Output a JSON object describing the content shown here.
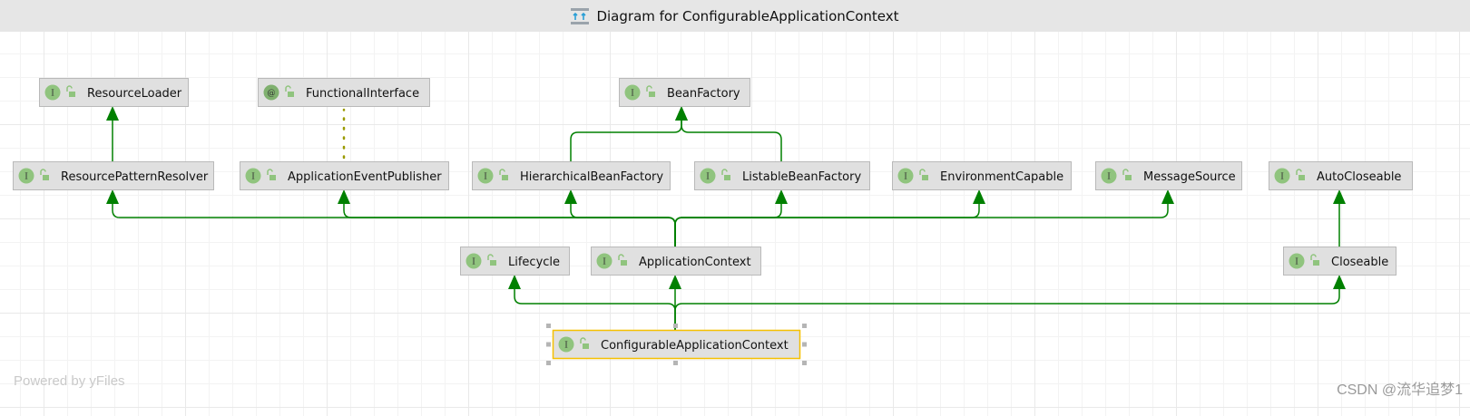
{
  "title": "Diagram for ConfigurableApplicationContext",
  "title_icon": "diagram-icon",
  "colors": {
    "edge": "#008000",
    "annotation_edge": "#9a9a00",
    "node_fill": "#e0e0e0",
    "selected_border": "#f5c000",
    "badge": "#90c47e"
  },
  "nodes": [
    {
      "id": "ResourceLoader",
      "name": "ResourceLoader",
      "kind": "I"
    },
    {
      "id": "FunctionalInterface",
      "name": "FunctionalInterface",
      "kind": "@"
    },
    {
      "id": "BeanFactory",
      "name": "BeanFactory",
      "kind": "I"
    },
    {
      "id": "ResourcePatternResolver",
      "name": "ResourcePatternResolver",
      "kind": "I"
    },
    {
      "id": "ApplicationEventPublisher",
      "name": "ApplicationEventPublisher",
      "kind": "I"
    },
    {
      "id": "HierarchicalBeanFactory",
      "name": "HierarchicalBeanFactory",
      "kind": "I"
    },
    {
      "id": "ListableBeanFactory",
      "name": "ListableBeanFactory",
      "kind": "I"
    },
    {
      "id": "EnvironmentCapable",
      "name": "EnvironmentCapable",
      "kind": "I"
    },
    {
      "id": "MessageSource",
      "name": "MessageSource",
      "kind": "I"
    },
    {
      "id": "AutoCloseable",
      "name": "AutoCloseable",
      "kind": "I"
    },
    {
      "id": "Lifecycle",
      "name": "Lifecycle",
      "kind": "I"
    },
    {
      "id": "ApplicationContext",
      "name": "ApplicationContext",
      "kind": "I"
    },
    {
      "id": "Closeable",
      "name": "Closeable",
      "kind": "I"
    },
    {
      "id": "ConfigurableApplicationContext",
      "name": "ConfigurableApplicationContext",
      "kind": "I",
      "selected": true
    }
  ],
  "edges": [
    {
      "from": "ResourcePatternResolver",
      "to": "ResourceLoader",
      "style": "extends"
    },
    {
      "from": "ApplicationEventPublisher",
      "to": "FunctionalInterface",
      "style": "annotation"
    },
    {
      "from": "HierarchicalBeanFactory",
      "to": "BeanFactory",
      "style": "extends"
    },
    {
      "from": "ListableBeanFactory",
      "to": "BeanFactory",
      "style": "extends"
    },
    {
      "from": "ApplicationContext",
      "to": "ResourcePatternResolver",
      "style": "extends"
    },
    {
      "from": "ApplicationContext",
      "to": "ApplicationEventPublisher",
      "style": "extends"
    },
    {
      "from": "ApplicationContext",
      "to": "HierarchicalBeanFactory",
      "style": "extends"
    },
    {
      "from": "ApplicationContext",
      "to": "ListableBeanFactory",
      "style": "extends"
    },
    {
      "from": "ApplicationContext",
      "to": "EnvironmentCapable",
      "style": "extends"
    },
    {
      "from": "ApplicationContext",
      "to": "MessageSource",
      "style": "extends"
    },
    {
      "from": "Closeable",
      "to": "AutoCloseable",
      "style": "extends"
    },
    {
      "from": "ConfigurableApplicationContext",
      "to": "Lifecycle",
      "style": "extends"
    },
    {
      "from": "ConfigurableApplicationContext",
      "to": "ApplicationContext",
      "style": "extends"
    },
    {
      "from": "ConfigurableApplicationContext",
      "to": "Closeable",
      "style": "extends"
    }
  ],
  "footer": {
    "powered_by": "Powered by yFiles",
    "watermark": "CSDN @流华追梦1"
  }
}
